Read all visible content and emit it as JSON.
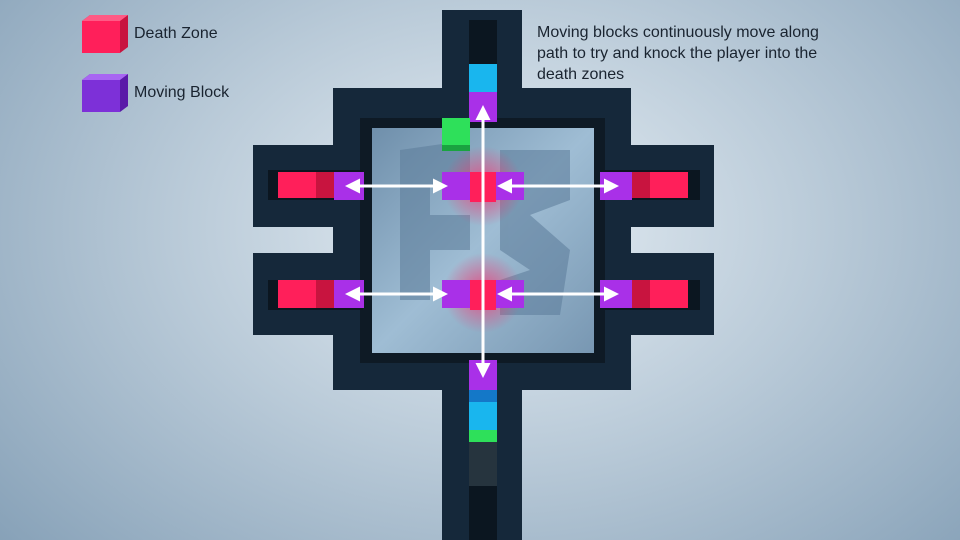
{
  "legend": {
    "death_zone": {
      "label": "Death Zone",
      "color": "#ff1f5a"
    },
    "moving_block": {
      "label": "Moving Block",
      "color": "#8a2be2"
    }
  },
  "description": "Moving blocks continuously move along path to try and knock the player into the death zones",
  "colors": {
    "wall": "#15283a",
    "floor": "#7f9db8",
    "death_zone": "#ff1f5a",
    "moving_block": "#a930e8",
    "spawn_block": "#19b6ee",
    "goal_block": "#2ee05a",
    "arrow": "#ffffff"
  },
  "icons": {
    "arrow_head": "triangle",
    "block": "square"
  }
}
